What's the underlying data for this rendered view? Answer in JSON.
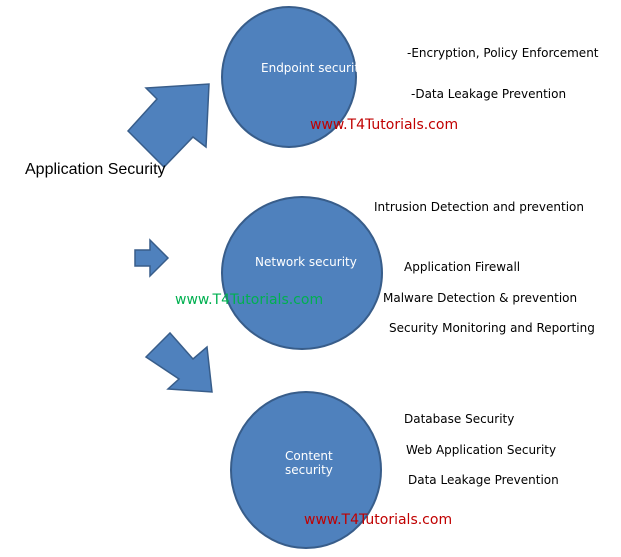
{
  "root": {
    "label": "Application Security"
  },
  "colors": {
    "shape_fill": "#4f81bd",
    "shape_stroke": "#385d8a",
    "watermark_red": "#c00000",
    "watermark_green": "#00b050"
  },
  "nodes": [
    {
      "label": "Endpoint security",
      "items": [
        "-Encryption, Policy Enforcement",
        "-Data Leakage Prevention"
      ],
      "watermark": "www.T4Tutorials.com"
    },
    {
      "label": "Network security",
      "items": [
        "Intrusion Detection and prevention",
        "Application Firewall",
        "Malware Detection & prevention",
        "Security Monitoring and Reporting"
      ],
      "watermark": "www.T4Tutorials.com"
    },
    {
      "label_lines": [
        "Content",
        "security"
      ],
      "items": [
        "Database Security",
        "Web Application Security",
        "Data Leakage Prevention"
      ],
      "watermark": "www.T4Tutorials.com"
    }
  ]
}
